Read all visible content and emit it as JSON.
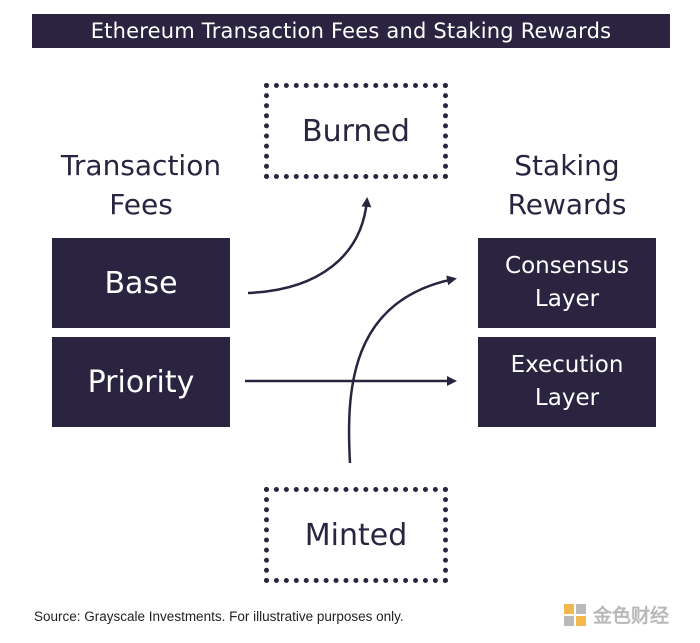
{
  "title": "Ethereum Transaction Fees and Staking Rewards",
  "left_heading": [
    "Transaction",
    "Fees"
  ],
  "right_heading": [
    "Staking",
    "Rewards"
  ],
  "fee_boxes": [
    "Base",
    "Priority"
  ],
  "reward_boxes": [
    [
      "Consensus",
      "Layer"
    ],
    [
      "Execution",
      "Layer"
    ]
  ],
  "burned_label": "Burned",
  "minted_label": "Minted",
  "source": "Source: Grayscale Investments. For illustrative purposes only.",
  "watermark": "金色财经",
  "colors": {
    "primary": "#2b2440",
    "text_on_primary": "#ffffff",
    "watermark": "#b9b9b9",
    "logo_accent": "#f2b84b"
  }
}
